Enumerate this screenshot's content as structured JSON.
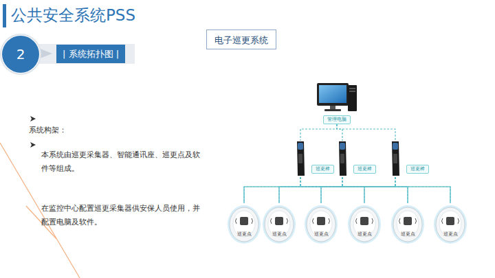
{
  "diagram": {
    "title": "公共安全系统PSS",
    "nodes": [
      {
        "text": [
          "2"
        ]
      },
      {
        "text": [
          "| 系统拓扑图 |"
        ]
      },
      {
        "text": [
          "电子巡更系统"
        ]
      },
      {
        "text": [
          "管理电脑"
        ]
      },
      {
        "text": [
          "巡更棒"
        ]
      },
      {
        "text": [
          "巡更棒"
        ]
      },
      {
        "text": [
          "巡更棒"
        ]
      },
      {
        "text": [
          "巡更点"
        ]
      },
      {
        "text": [
          "巡更点"
        ]
      },
      {
        "text": [
          "巡更点"
        ]
      },
      {
        "text": [
          "巡更点"
        ]
      },
      {
        "text": [
          "巡更点"
        ]
      },
      {
        "text": [
          "巡更点"
        ]
      }
    ],
    "edges": [
      {
        "from": 3,
        "to": 4,
        "arrow": "none"
      },
      {
        "from": 3,
        "to": 5,
        "arrow": "none"
      },
      {
        "from": 3,
        "to": 6,
        "arrow": "none"
      },
      {
        "from": 4,
        "to": 7,
        "arrow": "none"
      },
      {
        "from": 4,
        "to": 8,
        "arrow": "none"
      },
      {
        "from": 4,
        "to": 9,
        "arrow": "none"
      },
      {
        "from": 4,
        "to": 10,
        "arrow": "none"
      },
      {
        "from": 4,
        "to": 11,
        "arrow": "none"
      },
      {
        "from": 4,
        "to": 12,
        "arrow": "none"
      },
      {
        "from": 5,
        "to": 7,
        "arrow": "none"
      },
      {
        "from": 5,
        "to": 8,
        "arrow": "none"
      },
      {
        "from": 5,
        "to": 9,
        "arrow": "none"
      },
      {
        "from": 5,
        "to": 10,
        "arrow": "none"
      },
      {
        "from": 5,
        "to": 11,
        "arrow": "none"
      },
      {
        "from": 5,
        "to": 12,
        "arrow": "none"
      },
      {
        "from": 6,
        "to": 7,
        "arrow": "none"
      },
      {
        "from": 6,
        "to": 8,
        "arrow": "none"
      },
      {
        "from": 6,
        "to": 9,
        "arrow": "none"
      },
      {
        "from": 6,
        "to": 10,
        "arrow": "none"
      },
      {
        "from": 6,
        "to": 11,
        "arrow": "none"
      },
      {
        "from": 6,
        "to": 12,
        "arrow": "none"
      }
    ],
    "labels": [
      "系统构架：",
      "本系统由巡更采集器、智能通讯座、巡更点及软件等组成。",
      "在监控中心配置巡更采集器供安保人员使用，并配置电脑及软件。"
    ]
  }
}
